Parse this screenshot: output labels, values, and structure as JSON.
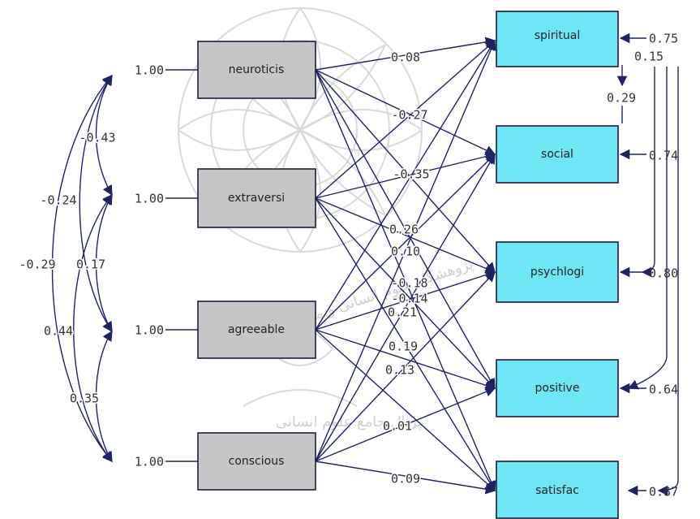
{
  "latent": [
    {
      "id": "neuroticis",
      "label": "neuroticis",
      "variance": "1.00"
    },
    {
      "id": "extraversi",
      "label": "extraversi",
      "variance": "1.00"
    },
    {
      "id": "agreeable",
      "label": "agreeable",
      "variance": "1.00"
    },
    {
      "id": "conscious",
      "label": "conscious",
      "variance": "1.00"
    }
  ],
  "observed": [
    {
      "id": "spiritual",
      "label": "spiritual",
      "error": "0.75"
    },
    {
      "id": "social",
      "label": "social",
      "error": "0.74"
    },
    {
      "id": "psychologi",
      "label": "psychlogi",
      "error": "0.80"
    },
    {
      "id": "positive",
      "label": "positive",
      "error": "0.64"
    },
    {
      "id": "satisfac",
      "label": "satisfac",
      "error": "0.87"
    }
  ],
  "correlations": [
    {
      "pair": "neuroticis-extraversi",
      "value": "-0.43"
    },
    {
      "pair": "neuroticis-agreeable",
      "value": "-0.24"
    },
    {
      "pair": "neuroticis-conscious",
      "value": "-0.29"
    },
    {
      "pair": "extraversi-agreeable",
      "value": "0.17"
    },
    {
      "pair": "extraversi-conscious",
      "value": "0.44"
    },
    {
      "pair": "agreeable-conscious",
      "value": "0.35"
    }
  ],
  "error_covariances": [
    {
      "pair": "spiritual-social",
      "value": "0.29"
    },
    {
      "pair": "spiritual-psychologi",
      "value": "0.15"
    }
  ],
  "path_labels": [
    "0.08",
    "-0.27",
    "-0.35",
    "0.26",
    "0.10",
    "-0.18",
    "-0.14",
    "0.21",
    "0.19",
    "0.13",
    "0.01",
    "0.09"
  ],
  "watermark": {
    "line1": "پژوهشگاه علوم انسانی و مطالعات فرهنگی",
    "line2": "پرتال جامع علوم انسانی"
  }
}
